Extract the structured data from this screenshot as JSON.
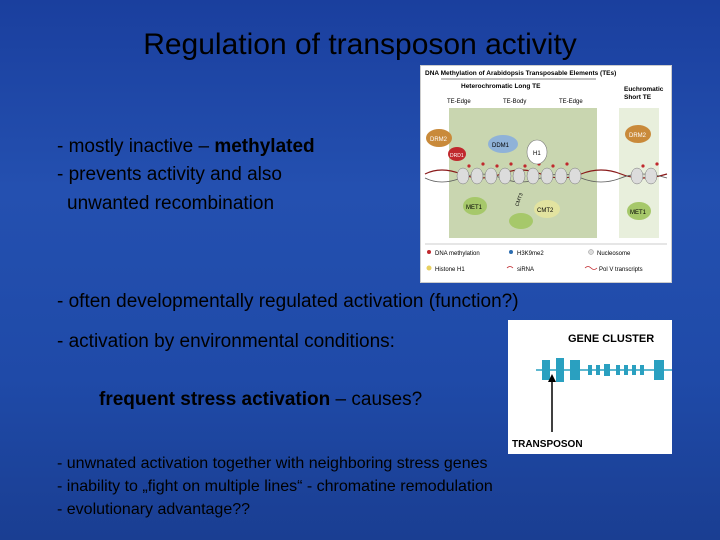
{
  "slide": {
    "title": "Regulation of transposon activity",
    "block1": {
      "line1_prefix": "- mostly inactive – ",
      "line1_bold": "methylated",
      "line2": "- prevents activity and also",
      "line3": "unwanted recombination"
    },
    "bullet_developmental": "- often developmentally regulated activation (function?)",
    "bullet_environmental": "- activation by environmental conditions:",
    "stress_bold": "frequent stress activation",
    "stress_suffix": " – causes?",
    "causes": [
      "- unwnated activation together with neighboring stress genes",
      "- inability to „fight on multiple lines“ - chromatine remodulation",
      "- evolutionary advantage??"
    ]
  },
  "figure_methylation": {
    "title": "DNA Methylation of Arabidopsis Transposable Elements (TEs)",
    "heterochromatic_label": "Heterochromatic Long TE",
    "euchromatic_label_1": "Euchromatic",
    "euchromatic_label_2": "Short TE",
    "te_edge_left": "TE-Edge",
    "te_body": "TE-Body",
    "te_edge_right": "TE-Edge",
    "proteins": [
      "DRM2",
      "DDM1",
      "H1",
      "DRD1",
      "MET1",
      "CMT2",
      "CMT3",
      "DRM2",
      "MET1"
    ],
    "legend": [
      "DNA methylation",
      "H3K9me2",
      "Nucleosome",
      "Histone H1",
      "siRNA",
      "Pol V transcripts"
    ],
    "colors": {
      "heterochromatin_bg": "#c9d6b0",
      "euchromatin_bg": "#e8efdc",
      "drm2": "#c98a3a",
      "ddm1": "#8fb2d8",
      "met1": "#a6c86a",
      "cmt2": "#e2e3a0"
    }
  },
  "figure_cluster": {
    "gene_cluster_label": "GENE CLUSTER",
    "transposon_label": "TRANSPOSON",
    "colors": {
      "gene": "#2aa0c0",
      "arrow": "#000000"
    }
  }
}
